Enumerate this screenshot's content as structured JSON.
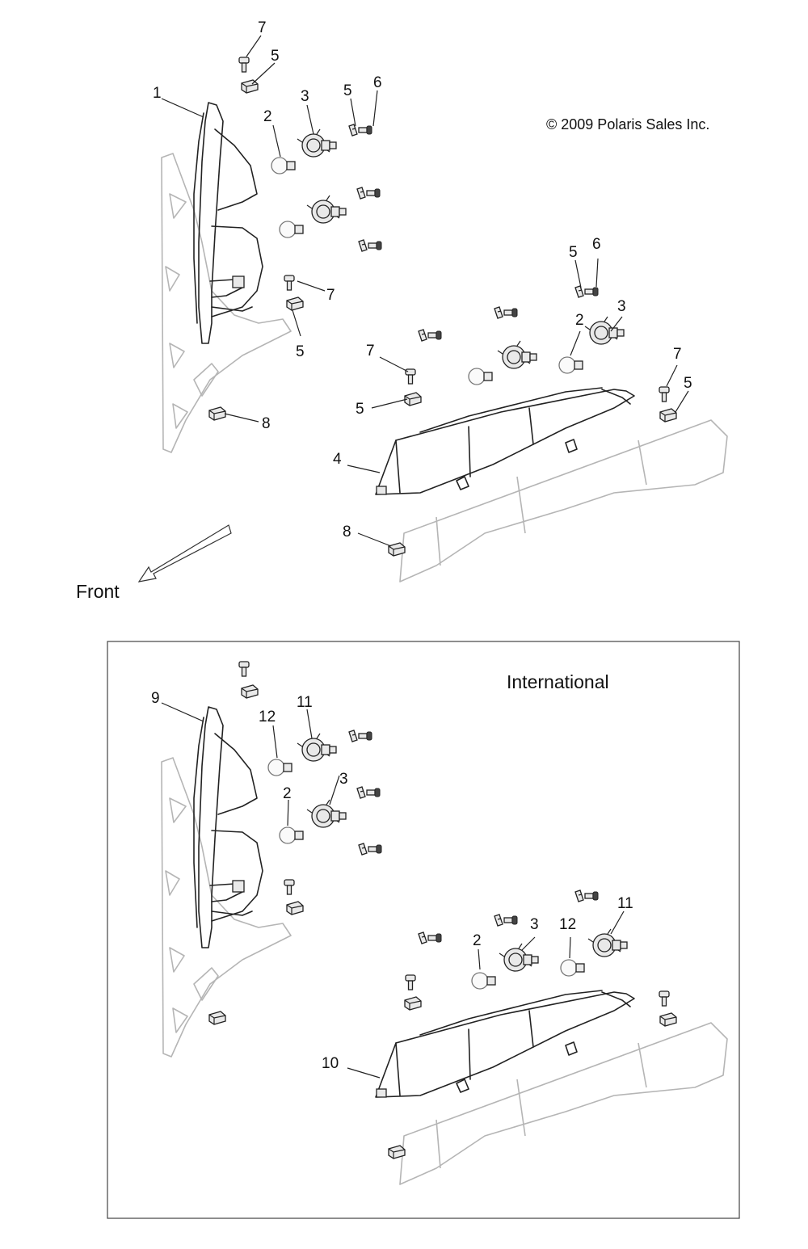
{
  "copyright": "© 2009 Polaris Sales Inc.",
  "direction_label": "Front",
  "inset_title": "International",
  "callouts_main": {
    "c1": "1",
    "c2a": "2",
    "c3a": "3",
    "c5a": "5",
    "c6a": "6",
    "c7a": "7",
    "c5b": "5",
    "c7b": "7",
    "c5c": "5",
    "c8a": "8",
    "c5d": "5",
    "c6b": "6",
    "c2b": "2",
    "c3b": "3",
    "c7c": "7",
    "c5e": "5",
    "c7d": "7",
    "c5f": "5",
    "c4": "4",
    "c8b": "8"
  },
  "callouts_inset": {
    "c9": "9",
    "c11a": "11",
    "c12a": "12",
    "c3c": "3",
    "c2c": "2",
    "c2d": "2",
    "c3d": "3",
    "c12b": "12",
    "c11b": "11",
    "c10": "10"
  }
}
